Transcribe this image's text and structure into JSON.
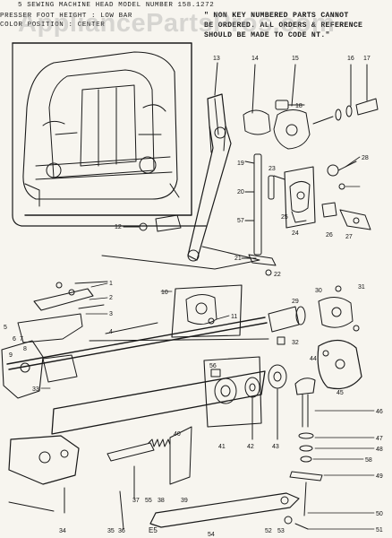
{
  "header": {
    "line1_left": "5 SEWING MACHINE HEAD MODEL NUMBER 158.1272",
    "line2_left": "PRESSER FOOT HEIGHT : LOW BAR",
    "line3_left": "COLOR POSITION : CENTER",
    "note_line1": "\" NON KEY NUMBERED PARTS CANNOT",
    "note_line2": "BE ORDERED. ALL ORDERS & REFERENCE",
    "note_line3": "SHOULD BE MADE TO CODE NT.\""
  },
  "watermark": "AppliancePartsPros.com",
  "footer_code": "E5",
  "part_labels": [
    "1",
    "2",
    "3",
    "4",
    "5",
    "6",
    "7",
    "8",
    "9",
    "10",
    "11",
    "12",
    "13",
    "14",
    "15",
    "16",
    "17",
    "18",
    "19",
    "20",
    "21",
    "22",
    "23",
    "24",
    "25",
    "26",
    "27",
    "28",
    "29",
    "30",
    "31",
    "32",
    "33",
    "34",
    "35",
    "36",
    "37",
    "38",
    "39",
    "40",
    "41",
    "42",
    "43",
    "44",
    "45",
    "46",
    "47",
    "48",
    "49",
    "50",
    "51",
    "52",
    "53",
    "54",
    "55",
    "56",
    "57",
    "58"
  ]
}
